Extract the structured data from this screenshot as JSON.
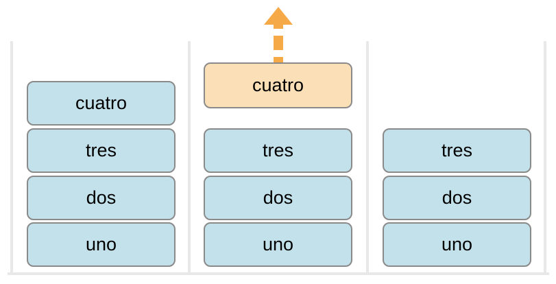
{
  "diagram": {
    "description": "three stack states showing a pop operation",
    "colors": {
      "item_fill_blue": "#c3e1eb",
      "item_fill_orange": "#fbdfb6",
      "item_border": "#8a8a8a",
      "wall_gray": "#e8e8e8",
      "arrow_orange": "#f6a947",
      "text": "#000000"
    },
    "icons": {
      "pop_arrow": "dashed-up-arrow"
    },
    "stacks": [
      {
        "items": [
          {
            "label": "cuatro"
          },
          {
            "label": "tres"
          },
          {
            "label": "dos"
          },
          {
            "label": "uno"
          }
        ]
      },
      {
        "popped_item": {
          "label": "cuatro",
          "highlighted": true
        },
        "items": [
          {
            "label": "tres"
          },
          {
            "label": "dos"
          },
          {
            "label": "uno"
          }
        ]
      },
      {
        "items": [
          {
            "label": "tres"
          },
          {
            "label": "dos"
          },
          {
            "label": "uno"
          }
        ]
      }
    ]
  }
}
